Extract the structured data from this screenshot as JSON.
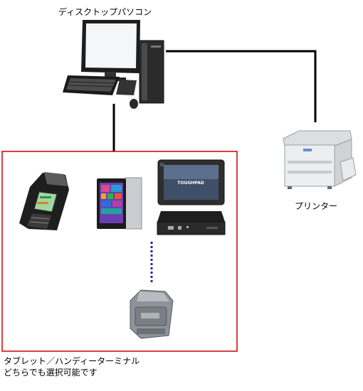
{
  "labels": {
    "desktop": "ディスクトップパソコン",
    "printer": "プリンター",
    "devices_line1": "タブレット／ハンディーターミナル",
    "devices_line2": "どちらでも選択可能です"
  },
  "device_texts": {
    "toughpad": "TOUGHPAD"
  },
  "colors": {
    "connector": "#000000",
    "group_border": "#cc0000",
    "wireless_link": "#1f2f8f"
  },
  "icons": [
    "desktop-pc-icon",
    "printer-icon",
    "handy-terminal-icon",
    "windows-tablet-icon",
    "rugged-tablet-icon",
    "docking-station-icon",
    "mobile-printer-icon"
  ]
}
